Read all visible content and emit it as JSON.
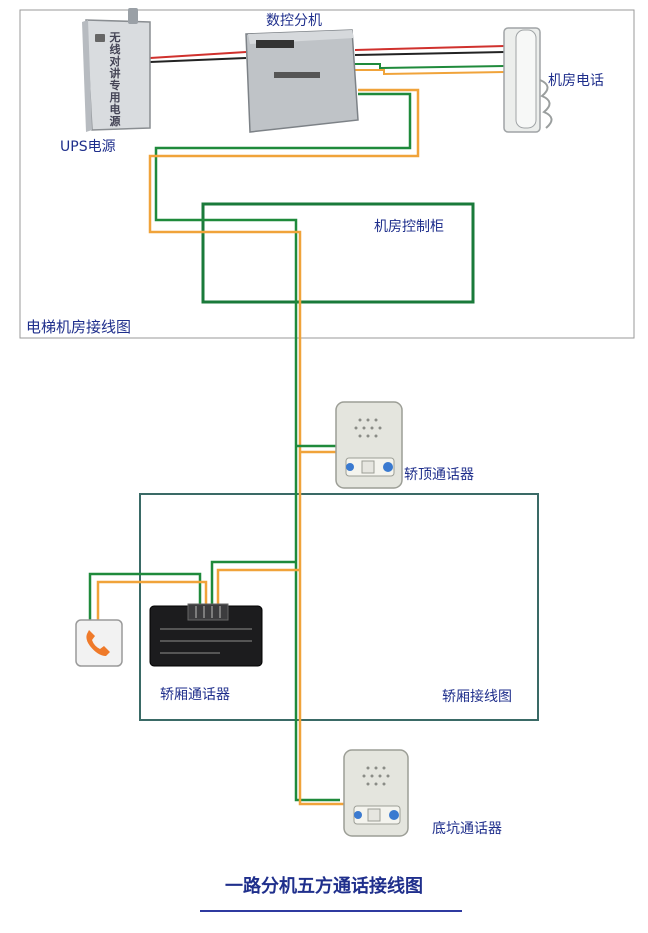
{
  "labels": {
    "ups": "UPS电源",
    "controller": "数控分机",
    "machine_room_phone": "机房电话",
    "control_cabinet": "机房控制柜",
    "machine_room_wiring": "电梯机房接线图",
    "car_top_intercom": "轿顶通话器",
    "car_wiring": "轿厢接线图",
    "car_intercom": "轿厢通话器",
    "pit_intercom": "底坑通话器"
  },
  "ups_panel_text": "无线对讲专用电源",
  "title": "一路分机五方通话接线图",
  "colors": {
    "wire_green": "#1f8a3b",
    "wire_orange": "#f0a33a",
    "wire_red": "#d0312d",
    "wire_black": "#222222",
    "box_green": "#1a7a3a",
    "label_blue": "#1f2f8c"
  }
}
